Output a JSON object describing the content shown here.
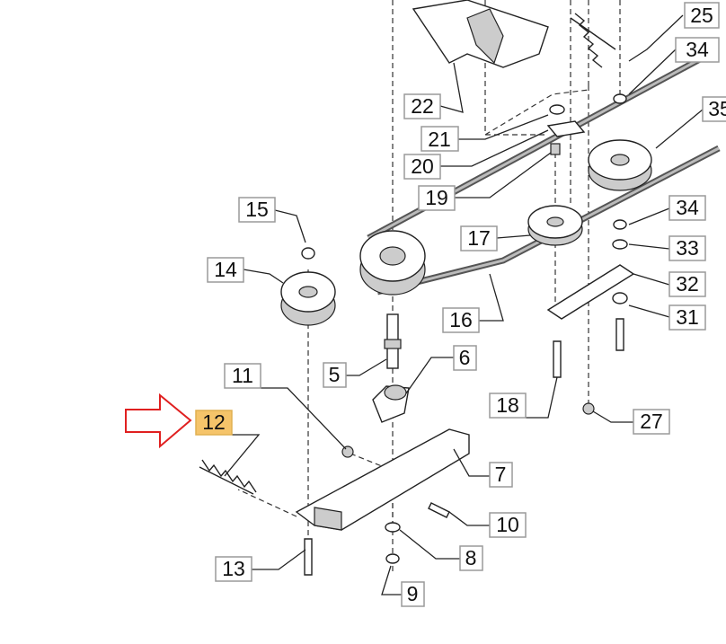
{
  "labels": [
    "25",
    "34",
    "35",
    "22",
    "21",
    "20",
    "19",
    "34",
    "17",
    "33",
    "15",
    "14",
    "16",
    "32",
    "31",
    "11",
    "5",
    "6",
    "18",
    "12",
    "27",
    "7",
    "10",
    "13",
    "8",
    "9"
  ],
  "highlighted_label": "12",
  "colors": {
    "highlight": "#f5c46a",
    "arrow": "#e02020"
  }
}
